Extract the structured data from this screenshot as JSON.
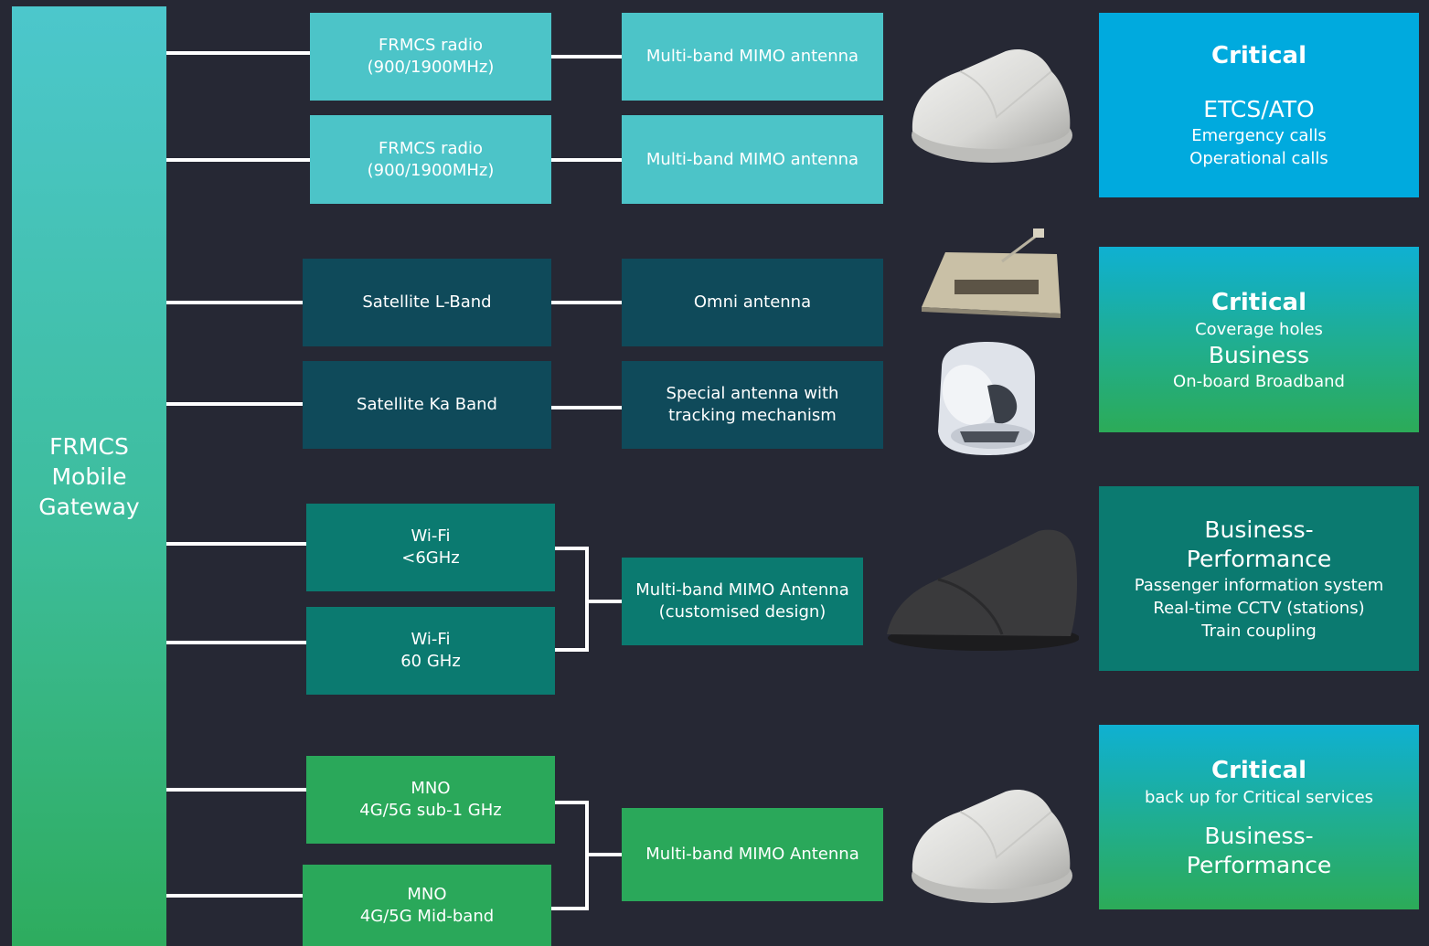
{
  "gateway": {
    "line1": "FRMCS",
    "line2": "Mobile",
    "line3": "Gateway"
  },
  "radios": [
    {
      "line1": "FRMCS radio",
      "line2": "(900/1900MHz)"
    },
    {
      "line1": "FRMCS radio",
      "line2": "(900/1900MHz)"
    },
    {
      "line1": "Satellite L-Band"
    },
    {
      "line1": "Satellite Ka Band"
    },
    {
      "line1": "Wi-Fi",
      "line2": "<6GHz"
    },
    {
      "line1": "Wi-Fi",
      "line2": "60 GHz"
    },
    {
      "line1": "MNO",
      "line2": "4G/5G sub-1 GHz"
    },
    {
      "line1": "MNO",
      "line2": "4G/5G Mid-band"
    }
  ],
  "antennas": [
    {
      "line1": "Multi-band MIMO antenna"
    },
    {
      "line1": "Multi-band MIMO antenna"
    },
    {
      "line1": "Omni antenna"
    },
    {
      "line1": "Special antenna with",
      "line2": "tracking mechanism"
    },
    {
      "line1": "Multi-band MIMO Antenna",
      "line2": "(customised design)"
    },
    {
      "line1": "Multi-band MIMO Antenna"
    }
  ],
  "services": [
    {
      "title": "Critical",
      "big": "ETCS/ATO",
      "lines": [
        "Emergency calls",
        "Operational calls"
      ]
    },
    {
      "title": "Critical",
      "sub1": "Coverage holes",
      "big": "Business",
      "sub2": "On-board Broadband"
    },
    {
      "big1": "Business-",
      "big2": "Performance",
      "lines": [
        "Passenger information system",
        "Real-time CCTV (stations)",
        "Train coupling"
      ]
    },
    {
      "title": "Critical",
      "sub1": "back up for Critical services",
      "big1": "Business-",
      "big2": "Performance"
    }
  ],
  "colors": {
    "background": "#262834",
    "teal_light": "#4cc4c8",
    "teal_dark": "#0f4a5a",
    "teal_mid": "#0b7a70",
    "green": "#2aa85a",
    "blue": "#00aade"
  },
  "icons": [
    "dome-antenna-icon",
    "flat-patch-antenna-icon",
    "satellite-tracking-antenna-icon",
    "shark-fin-antenna-icon",
    "dome-antenna-icon"
  ]
}
